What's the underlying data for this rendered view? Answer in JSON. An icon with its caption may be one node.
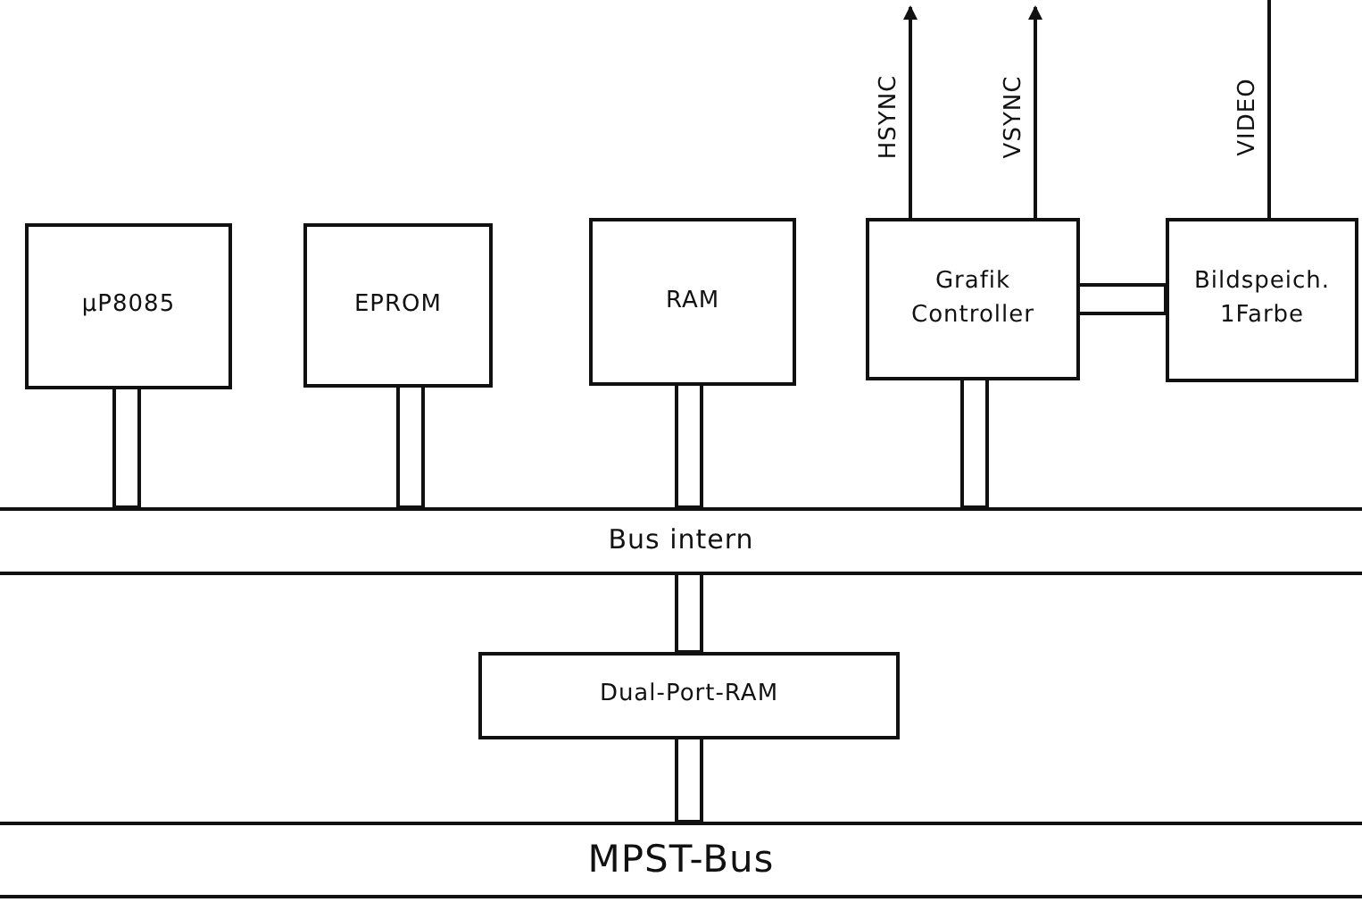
{
  "diagram": {
    "nodes": [
      {
        "text": [
          "µP8085"
        ]
      },
      {
        "text": [
          "EPROM"
        ]
      },
      {
        "text": [
          "RAM"
        ]
      },
      {
        "text": [
          "Grafik Controller"
        ]
      },
      {
        "text": [
          "Bildspeich. 1Farbe"
        ]
      },
      {
        "text": [
          "Bus intern"
        ]
      },
      {
        "text": [
          "Dual-Port-RAM"
        ]
      },
      {
        "text": [
          "MPST-Bus"
        ]
      }
    ],
    "edges": [
      {
        "from": 0,
        "to": 5,
        "arrow": "none"
      },
      {
        "from": 1,
        "to": 5,
        "arrow": "none"
      },
      {
        "from": 2,
        "to": 5,
        "arrow": "none"
      },
      {
        "from": 3,
        "to": 5,
        "arrow": "none"
      },
      {
        "from": 3,
        "to": 4,
        "arrow": "none"
      },
      {
        "from": 5,
        "to": 6,
        "arrow": "none"
      },
      {
        "from": 6,
        "to": 7,
        "arrow": "none"
      },
      {
        "from": 3,
        "to": null,
        "arrow": "to",
        "label": "HSYNC"
      },
      {
        "from": 3,
        "to": null,
        "arrow": "to",
        "label": "VSYNC"
      },
      {
        "from": 4,
        "to": null,
        "arrow": "none",
        "label": "VIDEO"
      }
    ]
  }
}
